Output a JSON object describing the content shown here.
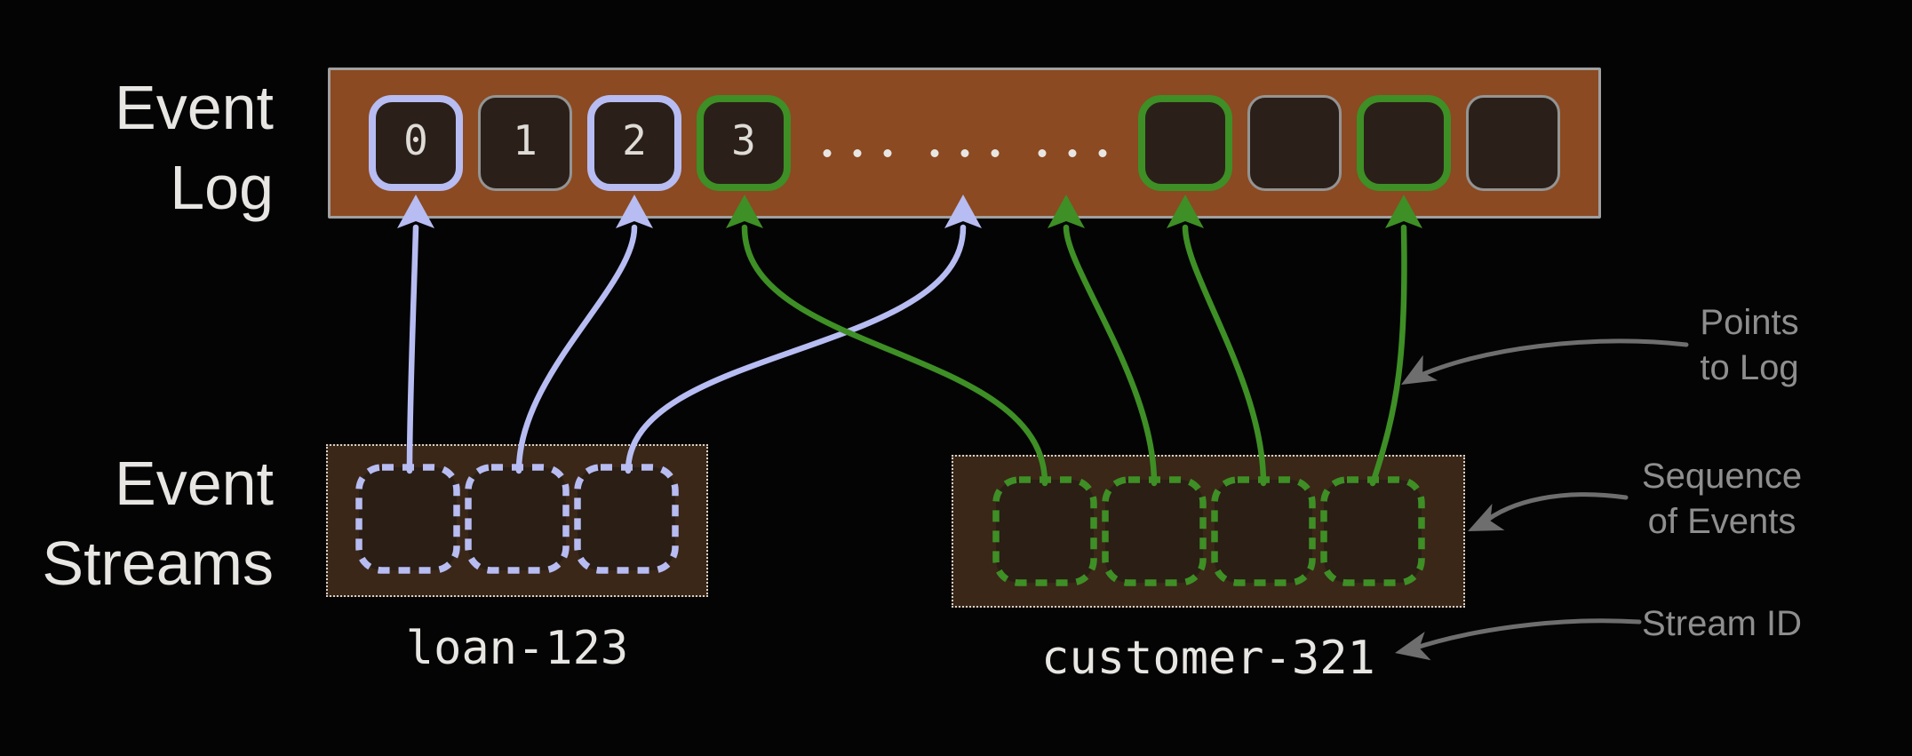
{
  "diagram_type": "event-sourcing-log-and-streams",
  "colors": {
    "background": "#040404",
    "log_bar_fill": "#8B4A21",
    "log_bar_border": "#A0A0A0",
    "cell_fill": "#2B2019",
    "cell_border": "#949494",
    "lavender": "#B7BCF2",
    "green": "#3E8F25",
    "stream_box_fill": "#3A2718",
    "stream_box_border": "#D5D0CA",
    "slot_fill": "#2A1E15",
    "label_text": "#E8E6E3",
    "digit_text": "#DFDBD6",
    "dots": "#E8E6E3",
    "annotation_text": "#8E8E8E",
    "annotation_arrow": "#6E6E6E"
  },
  "left_labels": {
    "log": {
      "line1": "Event",
      "line2": "Log"
    },
    "streams": {
      "line1": "Event",
      "line2": "Streams"
    }
  },
  "event_log": {
    "cells": [
      {
        "label": "0",
        "highlight": "lavender"
      },
      {
        "label": "1",
        "highlight": "none"
      },
      {
        "label": "2",
        "highlight": "lavender"
      },
      {
        "label": "3",
        "highlight": "green"
      },
      {
        "type": "dots",
        "label": "... ... ...",
        "groups": 3,
        "dots_per_group": 3
      },
      {
        "label": "",
        "highlight": "green"
      },
      {
        "label": "",
        "highlight": "none"
      },
      {
        "label": "",
        "highlight": "green"
      },
      {
        "label": "",
        "highlight": "none"
      }
    ]
  },
  "streams": [
    {
      "id": "loan-123",
      "color": "lavender",
      "slot_count": 3
    },
    {
      "id": "customer-321",
      "color": "green",
      "slot_count": 4
    }
  ],
  "connections": [
    {
      "stream": "loan-123",
      "slot": 0,
      "target": "log-cell-0"
    },
    {
      "stream": "loan-123",
      "slot": 1,
      "target": "log-cell-2"
    },
    {
      "stream": "loan-123",
      "slot": 2,
      "target": "log-ellipsis"
    },
    {
      "stream": "customer-321",
      "slot": 0,
      "target": "log-cell-3"
    },
    {
      "stream": "customer-321",
      "slot": 1,
      "target": "log-ellipsis"
    },
    {
      "stream": "customer-321",
      "slot": 2,
      "target": "log-cell-after-ellipsis-0"
    },
    {
      "stream": "customer-321",
      "slot": 3,
      "target": "log-cell-after-ellipsis-2"
    }
  ],
  "annotations": {
    "points_to_log": {
      "line1": "Points",
      "line2": "to Log"
    },
    "sequence_of_events": {
      "line1": "Sequence",
      "line2": "of Events"
    },
    "stream_id": {
      "line1": "Stream ID"
    }
  }
}
